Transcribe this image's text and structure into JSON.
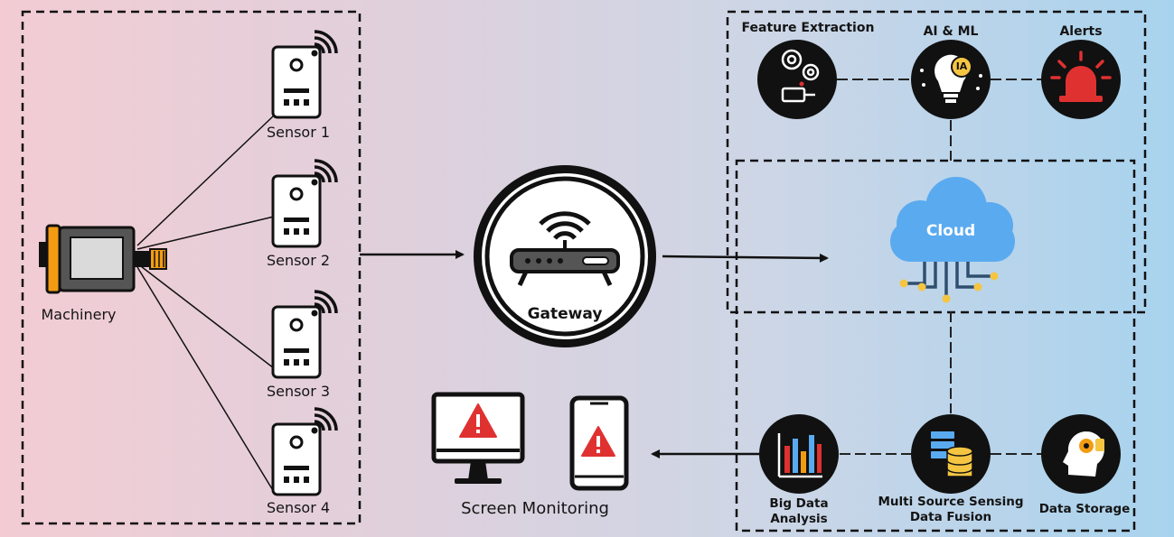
{
  "nodes": {
    "machinery": "Machinery",
    "sensors": [
      "Sensor 1",
      "Sensor 2",
      "Sensor 3",
      "Sensor 4"
    ],
    "gateway": "Gateway",
    "cloud": "Cloud",
    "feature_extraction": "Feature Extraction",
    "ai_ml": "AI & ML",
    "alerts": "Alerts",
    "big_data_line1": "Big Data",
    "big_data_line2": "Analysis",
    "fusion_line1": "Multi Source Sensing",
    "fusion_line2": "Data Fusion",
    "data_storage": "Data Storage",
    "screen_monitoring": "Screen Monitoring",
    "ai_badge": "IA"
  },
  "colors": {
    "background_left": "#f3ccd3",
    "background_right": "#a8d3ee",
    "dark": "#1b1b1b",
    "orange": "#f39c12",
    "cloud_blue": "#5aaaf0",
    "alert_red": "#e03131",
    "gold": "#f5c542"
  },
  "icons": [
    "machinery-icon",
    "sensor-icon",
    "router-icon",
    "cloud-icon",
    "gears-icon",
    "ai-brain-icon",
    "siren-icon",
    "chart-icon",
    "database-icon",
    "head-gear-icon",
    "monitor-warning-icon",
    "phone-warning-icon"
  ]
}
